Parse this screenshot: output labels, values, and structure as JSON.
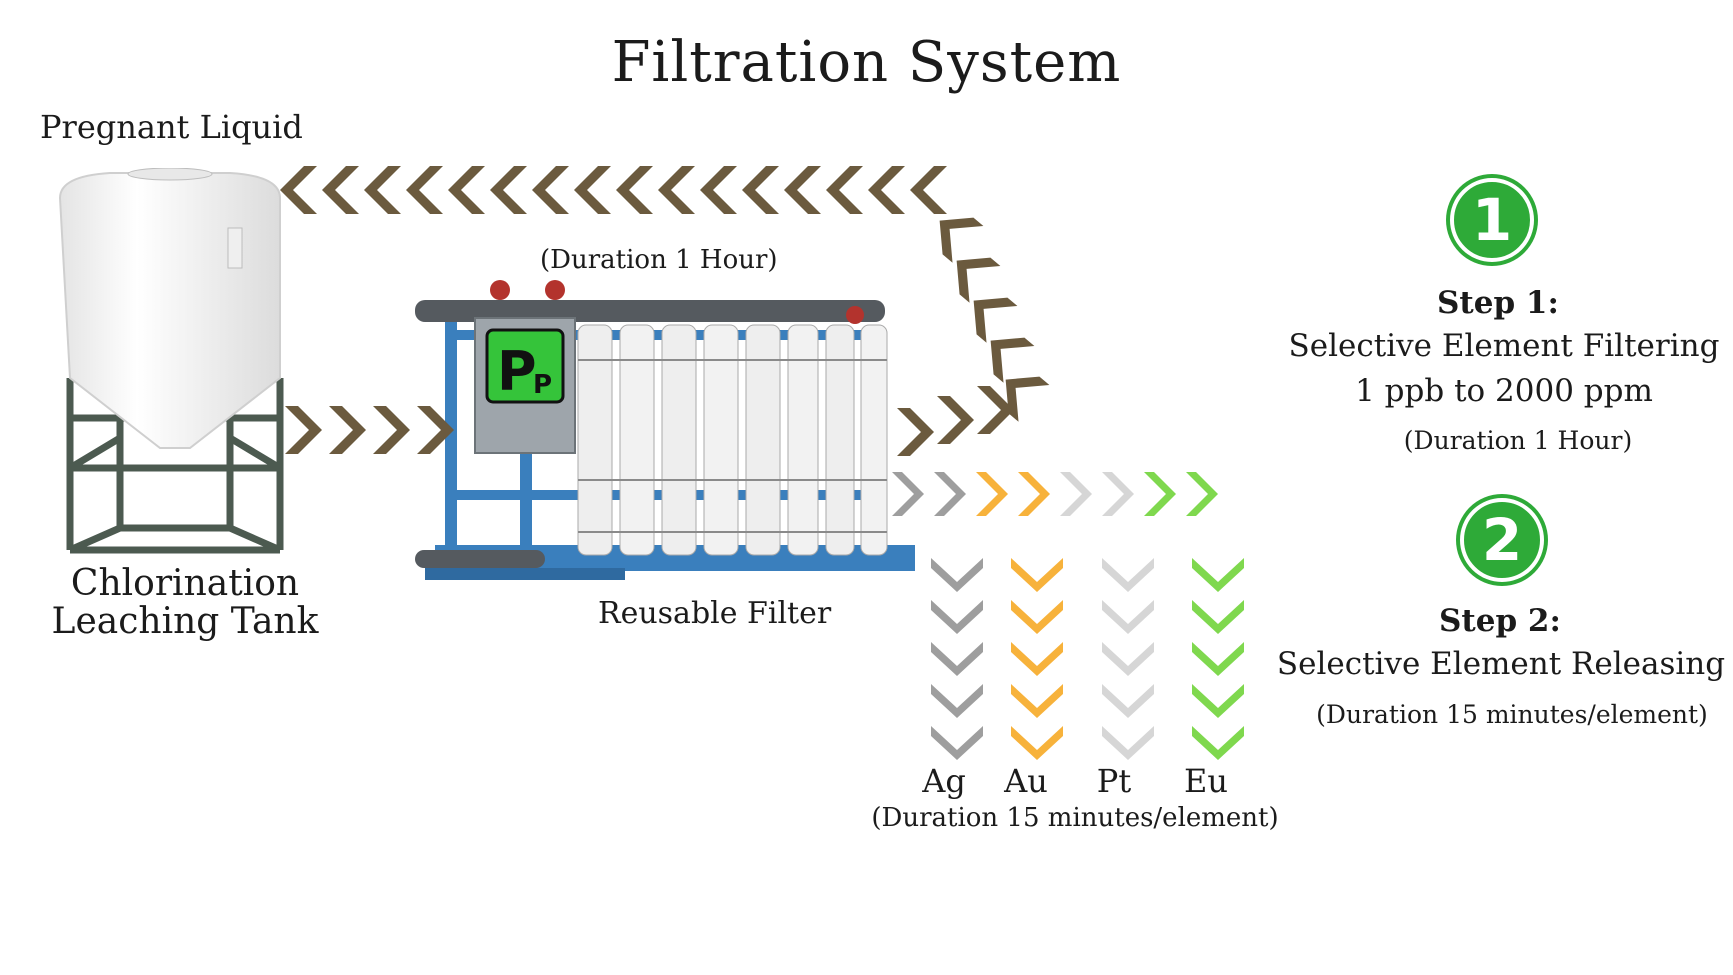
{
  "title": "Filtration System",
  "left": {
    "pregnant_label": "Pregnant Liquid",
    "tank_label_line1": "Chlorination",
    "tank_label_line2": "Leaching Tank"
  },
  "filter": {
    "duration_label": "(Duration 1 Hour)",
    "label": "Reusable Filter",
    "panel_logo_main": "P",
    "panel_logo_sub": "P"
  },
  "steps": [
    {
      "number": "1",
      "title": "Step 1:",
      "line1": "Selective Element Filtering",
      "line2": "1 ppb to 2000 ppm",
      "duration": "(Duration 1 Hour)"
    },
    {
      "number": "2",
      "title": "Step 2:",
      "line1": "Selective Element Releasing",
      "duration": "(Duration 15 minutes/element)"
    }
  ],
  "elements": [
    {
      "symbol": "Ag",
      "color": "#9e9e9e"
    },
    {
      "symbol": "Au",
      "color": "#f7b23b"
    },
    {
      "symbol": "Pt",
      "color": "#d6d6d6"
    },
    {
      "symbol": "Eu",
      "color": "#7fd84e"
    }
  ],
  "elements_duration": "(Duration 15 minutes/element)",
  "colors": {
    "arrow_brown": "#6b5a3e",
    "badge_green": "#2eaa38",
    "frame_blue": "#3a7fbd",
    "logo_green": "#35c43a"
  }
}
